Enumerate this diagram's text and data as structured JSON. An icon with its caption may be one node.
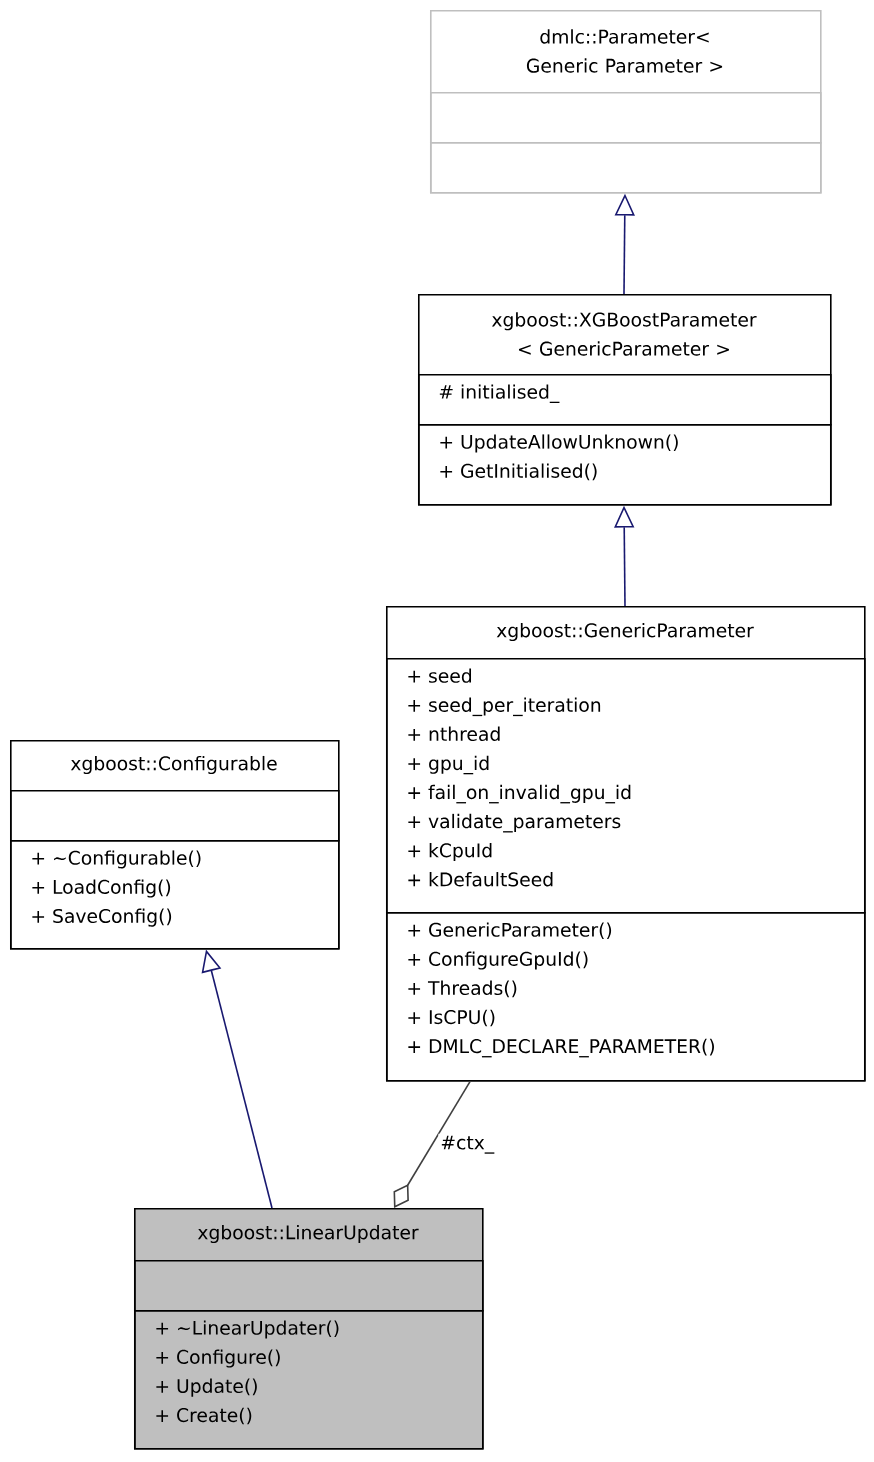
{
  "diagram": {
    "nodes": [
      {
        "text": [
          "dmlc::Parameter< Generic Parameter >"
        ]
      },
      {
        "text": [],
        "shape": "box",
        "in": 0
      },
      {
        "text": [],
        "shape": "box",
        "in": 0
      },
      {
        "text": [
          "xgboost::XGBoostParameter < GenericParameter >"
        ]
      },
      {
        "text": [
          "# initialised_"
        ],
        "in": 3
      },
      {
        "text": [
          "+ UpdateAllowUnknown()",
          "+ GetInitialised()"
        ],
        "in": 3
      },
      {
        "text": [
          "xgboost::GenericParameter"
        ]
      },
      {
        "text": [
          "+ seed",
          "+ seed_per_iteration",
          "+ nthread",
          "+ gpu_id",
          "+ fail_on_invalid_gpu_id",
          "+ validate_parameters",
          "+ kCpuId",
          "+ kDefaultSeed"
        ],
        "in": 6
      },
      {
        "text": [
          "+ GenericParameter()",
          "+ ConfigureGpuId()",
          "+ Threads()",
          "+ IsCPU()",
          "+ DMLC_DECLARE_PARAMETER()"
        ],
        "in": 6
      },
      {
        "text": [
          "xgboost::Configurable"
        ]
      },
      {
        "text": [],
        "shape": "box",
        "in": 9
      },
      {
        "text": [
          "+ ~Configurable()",
          "+ LoadConfig()",
          "+ SaveConfig()"
        ],
        "in": 9
      },
      {
        "text": [
          "xgboost::LinearUpdater"
        ]
      },
      {
        "text": [],
        "shape": "box",
        "in": 12
      },
      {
        "text": [
          "+ ~LinearUpdater()",
          "+ Configure()",
          "+ Update()",
          "+ Create()"
        ],
        "in": 12
      }
    ],
    "edges": [
      {
        "from": 3,
        "to": 0,
        "arrow": "to"
      },
      {
        "from": 6,
        "to": 3,
        "arrow": "to"
      },
      {
        "from": 12,
        "to": 9,
        "arrow": "to"
      },
      {
        "from": 6,
        "to": 12,
        "arrow": "other",
        "label": "#ctx_",
        "color": "#404040"
      }
    ]
  }
}
